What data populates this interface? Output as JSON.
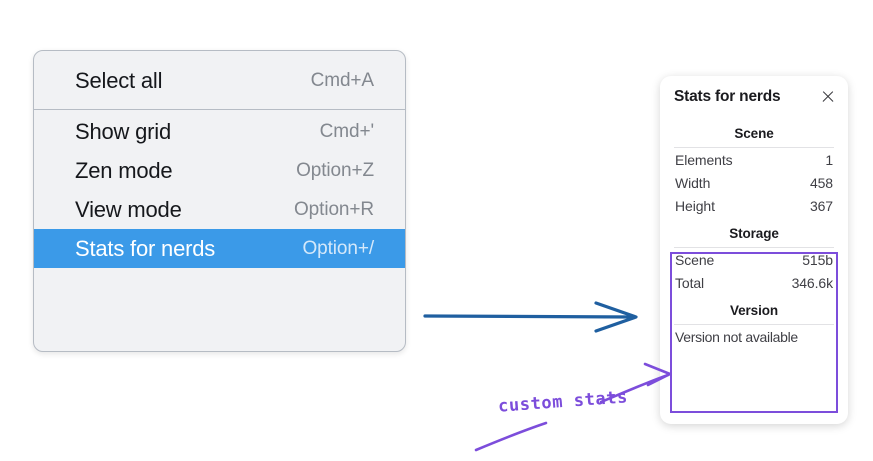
{
  "context_menu": {
    "groups": [
      {
        "items": [
          {
            "label": "Select all",
            "shortcut": "Cmd+A",
            "selected": false
          }
        ]
      },
      {
        "items": [
          {
            "label": "Show grid",
            "shortcut": "Cmd+'",
            "selected": false
          },
          {
            "label": "Zen mode",
            "shortcut": "Option+Z",
            "selected": false
          },
          {
            "label": "View mode",
            "shortcut": "Option+R",
            "selected": false
          },
          {
            "label": "Stats for nerds",
            "shortcut": "Option+/",
            "selected": true
          }
        ]
      }
    ],
    "highlight_color": "#3b9ae8",
    "background_color": "#f1f2f4"
  },
  "stats_panel": {
    "title": "Stats for nerds",
    "close_icon": "close-icon",
    "sections": [
      {
        "title": "Scene",
        "rows": [
          {
            "label": "Elements",
            "value": "1"
          },
          {
            "label": "Width",
            "value": "458"
          },
          {
            "label": "Height",
            "value": "367"
          }
        ]
      },
      {
        "title": "Storage",
        "rows": [
          {
            "label": "Scene",
            "value": "515b"
          },
          {
            "label": "Total",
            "value": "346.6k"
          }
        ]
      },
      {
        "title": "Version",
        "text": "Version not available"
      }
    ]
  },
  "annotations": {
    "label": "custom stats",
    "label_color": "#7c4ddb",
    "box_color": "#7c4ddb",
    "arrow_color": "#1f5fa0"
  }
}
